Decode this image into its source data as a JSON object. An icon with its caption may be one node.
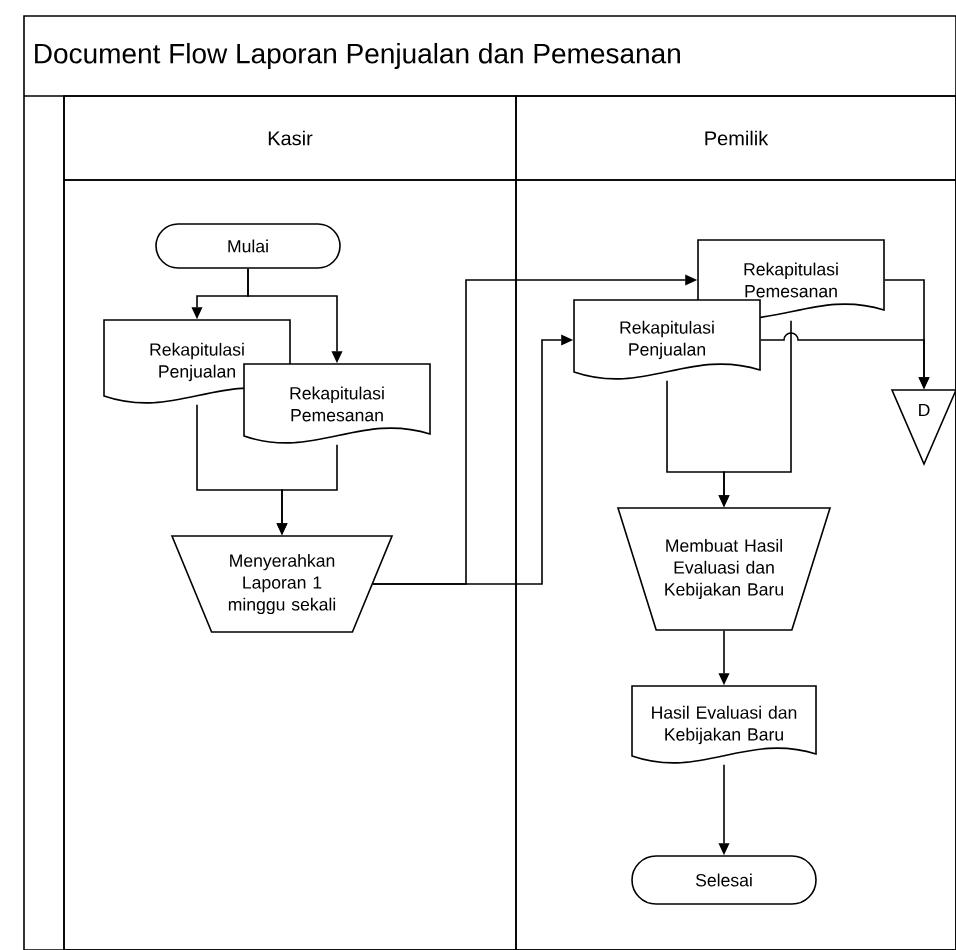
{
  "diagram": {
    "title": "Document Flow Laporan Penjualan dan Pemesanan",
    "nodes": [
      {
        "text": [
          "Kasir"
        ]
      },
      {
        "text": [
          "Pemilik"
        ]
      },
      {
        "text": [
          "Mulai"
        ],
        "in": 0
      },
      {
        "text": [
          "Rekapitulasi Penjualan"
        ],
        "in": 0
      },
      {
        "text": [
          "Rekapitulasi Pemesanan"
        ],
        "in": 0
      },
      {
        "text": [
          "Menyerahkan Laporan 1 minggu sekali"
        ],
        "in": 0
      },
      {
        "text": [
          "Rekapitulasi Pemesanan"
        ],
        "in": 1
      },
      {
        "text": [
          "Rekapitulasi Penjualan"
        ],
        "in": 1
      },
      {
        "text": [
          "D"
        ],
        "in": 1
      },
      {
        "text": [
          "Membuat Hasil Evaluasi dan Kebijakan Baru"
        ],
        "in": 1
      },
      {
        "text": [
          "Hasil Evaluasi dan Kebijakan Baru"
        ],
        "in": 1
      },
      {
        "text": [
          "Selesai"
        ],
        "in": 1
      }
    ],
    "edges": [
      {
        "from": 2,
        "to": 3,
        "arrow": "to"
      },
      {
        "from": 2,
        "to": 4,
        "arrow": "to"
      },
      {
        "from": 3,
        "to": 5,
        "arrow": "to"
      },
      {
        "from": 4,
        "to": 5,
        "arrow": "to"
      },
      {
        "from": 5,
        "to": 6,
        "arrow": "to"
      },
      {
        "from": 5,
        "to": 7,
        "arrow": "to"
      },
      {
        "from": 6,
        "to": 8,
        "arrow": "to"
      },
      {
        "from": 7,
        "to": 8,
        "arrow": "to"
      },
      {
        "from": 7,
        "to": 9,
        "arrow": "to"
      },
      {
        "from": 6,
        "to": 9,
        "arrow": "to"
      },
      {
        "from": 9,
        "to": 10,
        "arrow": "to"
      },
      {
        "from": 10,
        "to": 11,
        "arrow": "to"
      }
    ]
  }
}
